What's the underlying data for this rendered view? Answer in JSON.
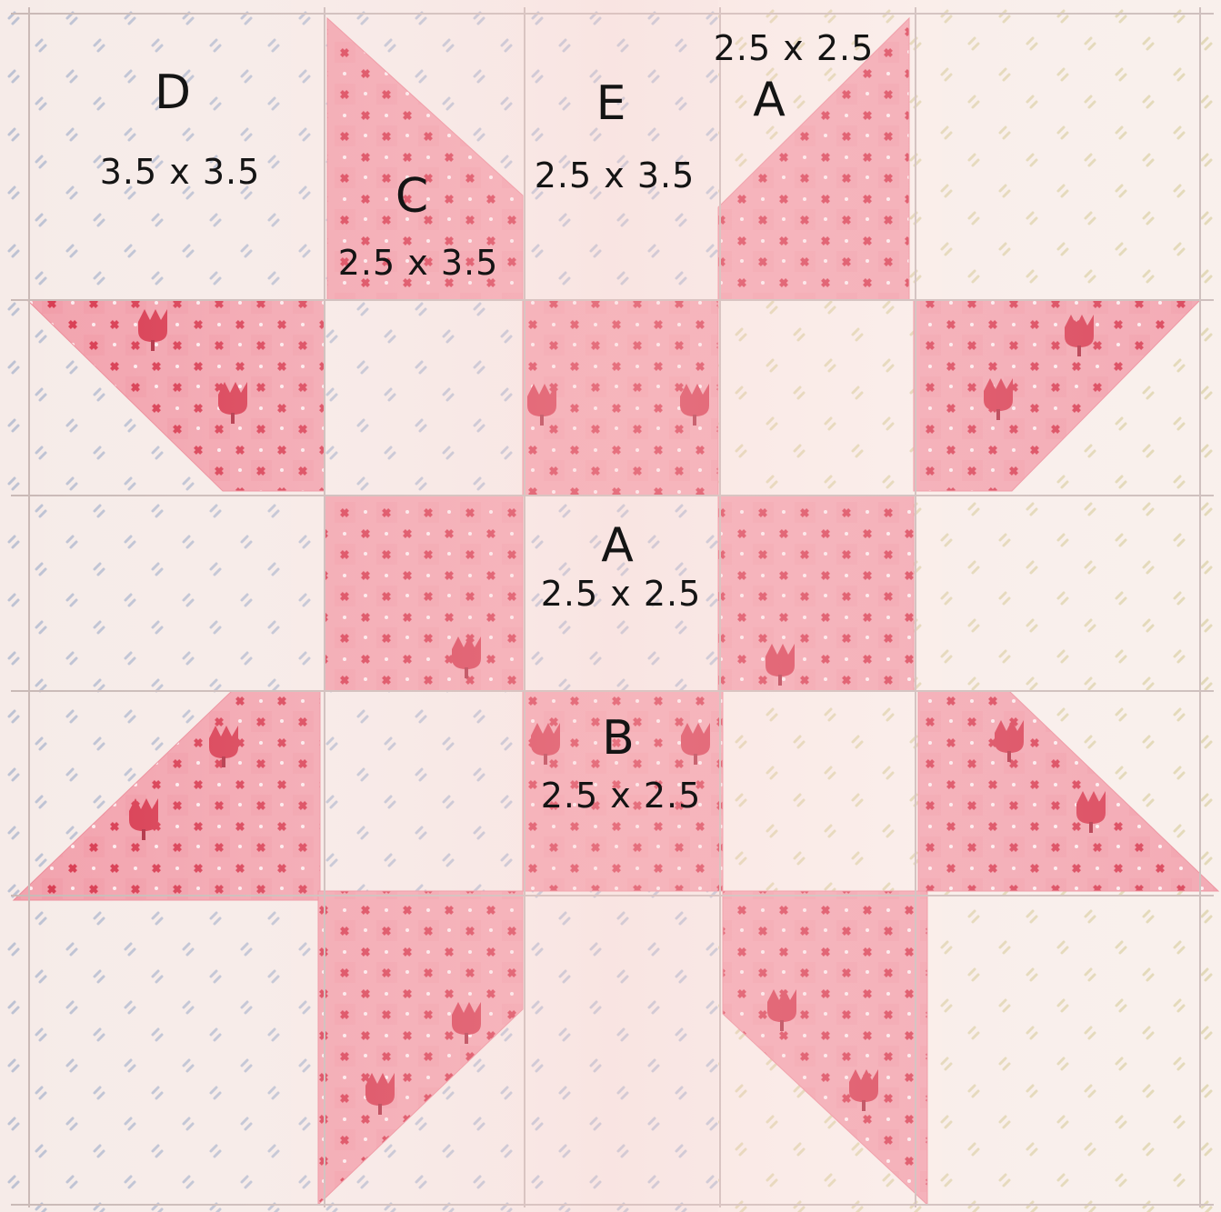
{
  "colors": {
    "background_fabric": "#f6ebe8",
    "pink_fabric": "#f2a2ad",
    "pink_fabric_dark": "#ec8a98",
    "motif_red": "#d8394f",
    "print_blue": "#9aa7c4",
    "print_gold": "#cfc08c",
    "seam_line": "#c9b9b6"
  },
  "labels": {
    "d_letter": "D",
    "d_size": "3.5 x 3.5",
    "c_letter": "C",
    "c_size": "2.5 x 3.5",
    "e_letter": "E",
    "e_size": "2.5 x 3.5",
    "a_top_size": "2.5 x 2.5",
    "a_top_letter": "A",
    "a_center_letter": "A",
    "a_center_size": "2.5 x 2.5",
    "b_letter": "B",
    "b_size": "2.5 x 2.5"
  }
}
